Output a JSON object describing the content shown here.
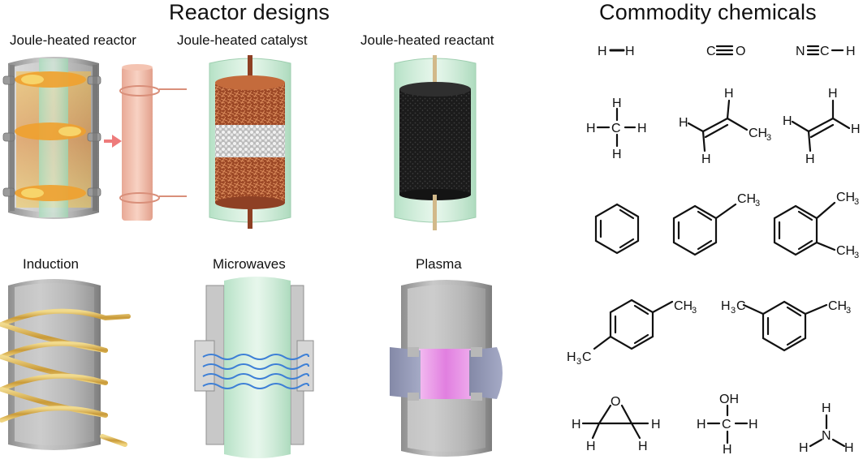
{
  "headings": {
    "reactor_designs": "Reactor designs",
    "commodity_chemicals": "Commodity chemicals"
  },
  "reactors": [
    {
      "label": "Joule-heated reactor"
    },
    {
      "label": "Joule-heated catalyst"
    },
    {
      "label": "Joule-heated reactant"
    },
    {
      "label": "Induction"
    },
    {
      "label": "Microwaves"
    },
    {
      "label": "Plasma"
    }
  ],
  "atoms": {
    "H": "H",
    "C": "C",
    "O": "O",
    "N": "N",
    "CH3_main": "CH",
    "H3C_main": "H",
    "H3C_tail": "C",
    "sub3": "3",
    "OH": "OH"
  },
  "chemicals": [
    "hydrogen",
    "carbon-monoxide",
    "hydrogen-cyanide",
    "methane",
    "propylene",
    "ethylene",
    "benzene",
    "toluene",
    "o-xylene",
    "p-xylene",
    "m-xylene",
    "ethylene-oxide",
    "methanol",
    "ammonia"
  ],
  "colors": {
    "shell": "#b7b7b7",
    "glass": "#bfe6cc",
    "flame": "#f2a531",
    "copper": "#b0552e",
    "coil": "#d9b45a",
    "microwave": "#3d7fd6",
    "plasma": "#e59be6",
    "arrow": "#ee7b7b"
  }
}
